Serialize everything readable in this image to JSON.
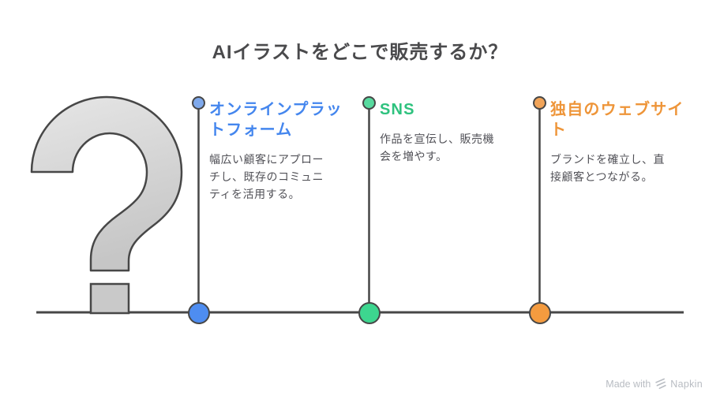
{
  "title": "AIイラストをどこで販売するか？",
  "columns": [
    {
      "heading": "オンラインプラットフォーム",
      "description": "幅広い顧客にアプローチし、既存のコミュニティを活用する。",
      "accent_color": "#4486EE",
      "marker_color": "#4E8DF1",
      "marker_color_light": "#7FA9EC"
    },
    {
      "heading": "SNS",
      "description": "作品を宣伝し、販売機会を増やす。",
      "accent_color": "#2EC27E",
      "marker_color": "#3DD68F",
      "marker_color_light": "#58DA9F"
    },
    {
      "heading": "独自のウェブサイト",
      "description": "ブランドを確立し、直接顧客とつながる。",
      "accent_color": "#EE9539",
      "marker_color": "#F49B3F",
      "marker_color_light": "#F1A459"
    }
  ],
  "illustration": {
    "shape": "question-mark",
    "fill_top": "#E4E4E4",
    "fill_bottom": "#C6C6C6",
    "outline_color": "#474747"
  },
  "line_color": "#474747",
  "watermark": {
    "prefix": "Made with",
    "brand": "Napkin",
    "color": "#B8BCC2"
  }
}
